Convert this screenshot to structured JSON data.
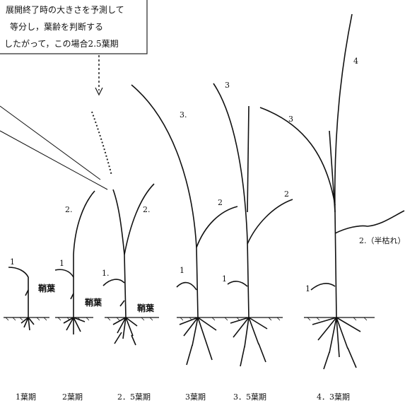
{
  "callout": {
    "lines": [
      "展開終了時の大きさを予測して",
      "等分し，葉齢を判断する",
      "したがって，この場合2.5葉期"
    ]
  },
  "stages": [
    {
      "id": "s1",
      "label": "1葉期"
    },
    {
      "id": "s2",
      "label": "2葉期"
    },
    {
      "id": "s25",
      "label": "2．5葉期"
    },
    {
      "id": "s3",
      "label": "3葉期"
    },
    {
      "id": "s35",
      "label": "3．5葉期"
    },
    {
      "id": "s43",
      "label": "4．3葉期"
    }
  ],
  "leaf_labels": {
    "l1_s1": "1",
    "l1_s2": "1",
    "l2_s2": "2.",
    "l1_s25": "1.",
    "l2_s25": "2.",
    "l1_s3": "1",
    "l2_s3": "2",
    "l3_s3": "3.",
    "l1_s35": "1",
    "l2_s35": "2",
    "l3_s35": "3",
    "l1_s43": "1",
    "l2_s43": "2.（半枯れ）",
    "l3_s43": "3",
    "l4_s43": "4"
  },
  "sheath_label": "鞘葉"
}
